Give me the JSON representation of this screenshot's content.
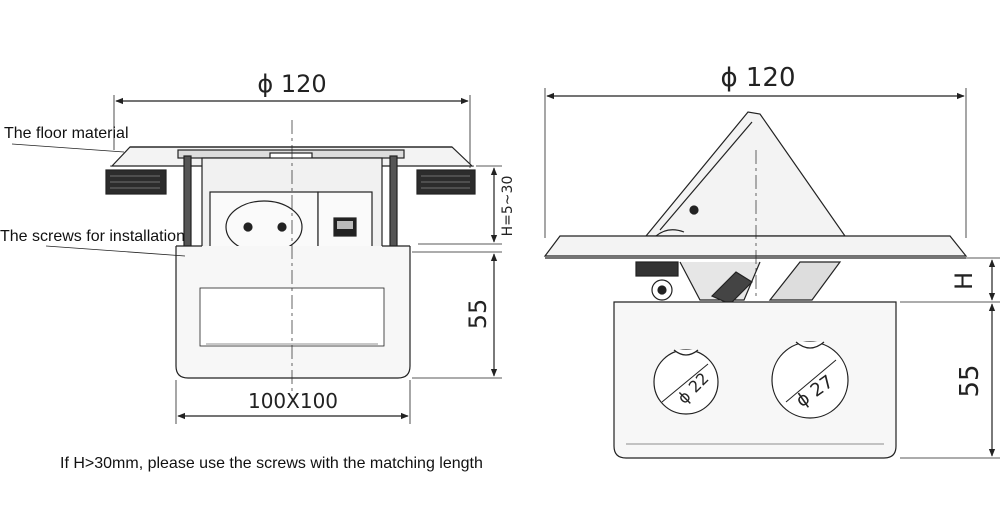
{
  "left_view": {
    "diameter_label": "ϕ 120",
    "floor_material_label": "The floor material",
    "screws_label": "The screws for installation",
    "h_range_label": "H=5~30",
    "depth_label": "55",
    "box_size_label": "100X100"
  },
  "right_view": {
    "diameter_label": "ϕ 120",
    "h_label": "H",
    "depth_label": "55",
    "hole_small_label": "ϕ 22",
    "hole_large_label": "ϕ 27"
  },
  "footer_note": "If H>30mm, please use the screws with the matching length",
  "colors": {
    "line": "#222222",
    "fill_light": "#f1f1f1",
    "fill_mid": "#d6d6d6",
    "fill_dark": "#333333"
  }
}
